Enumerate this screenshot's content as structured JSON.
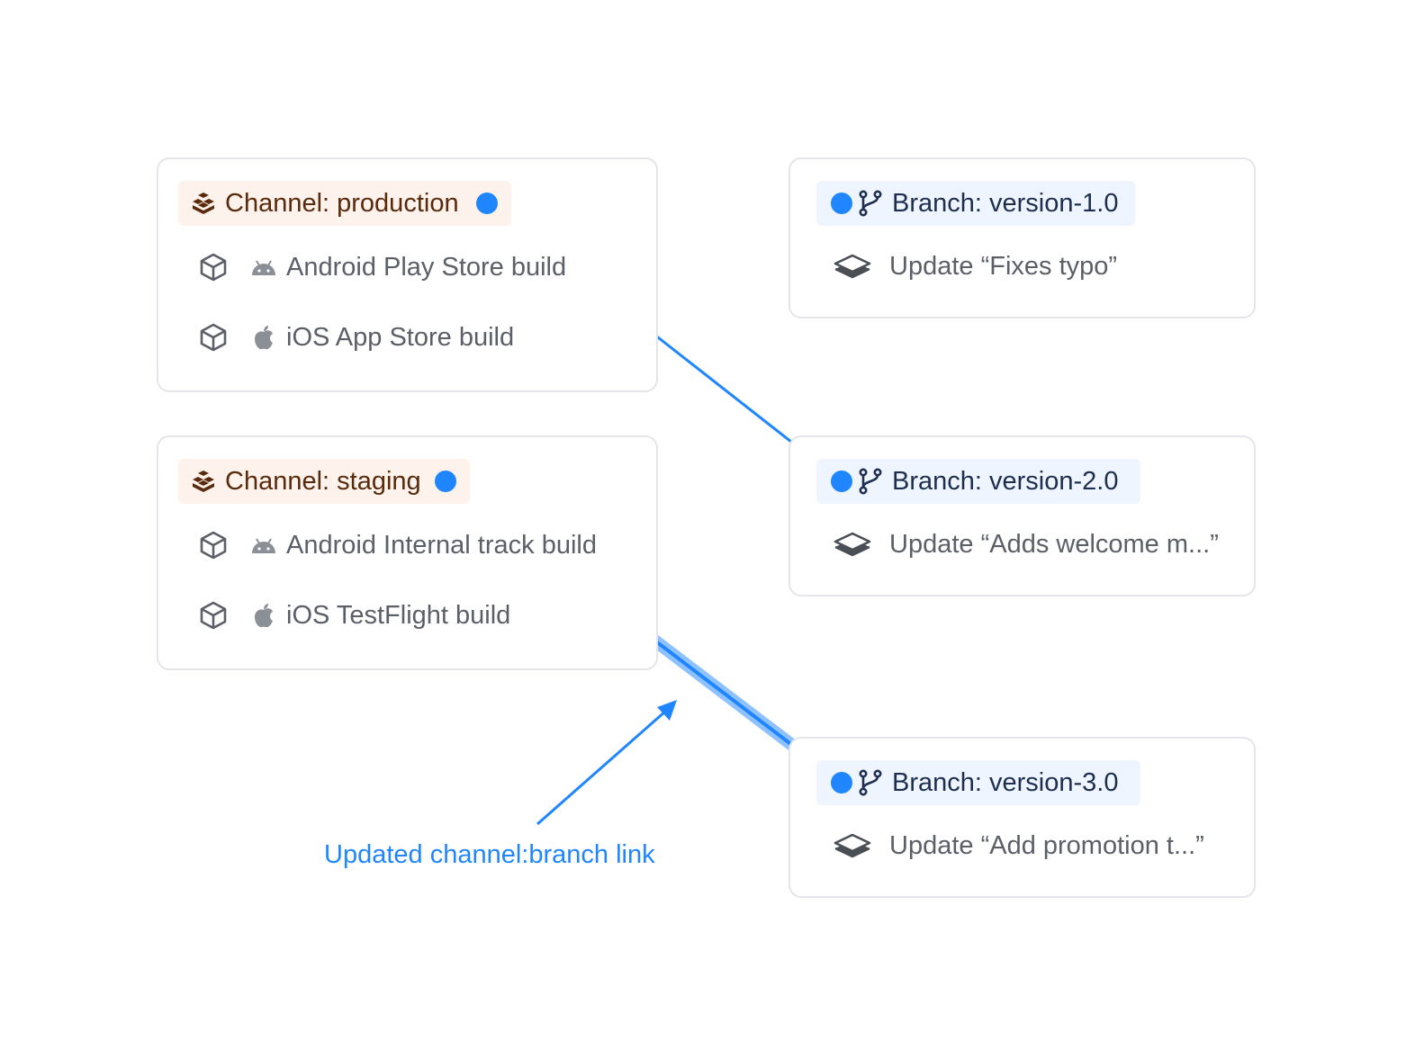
{
  "colors": {
    "accent": "#1f86ff",
    "channel_bg": "#fdf3ec",
    "channel_text": "#5a2a0c",
    "branch_bg": "#eef5ff",
    "branch_text": "#1d2e4f",
    "muted_text": "#5b5f67"
  },
  "channels": [
    {
      "label": "Channel: production",
      "builds": [
        {
          "platform_icon": "android-icon",
          "label": "Android Play Store build"
        },
        {
          "platform_icon": "apple-icon",
          "label": "iOS App Store build"
        }
      ]
    },
    {
      "label": "Channel: staging",
      "builds": [
        {
          "platform_icon": "android-icon",
          "label": "Android Internal track build"
        },
        {
          "platform_icon": "apple-icon",
          "label": "iOS TestFlight build"
        }
      ]
    }
  ],
  "branches": [
    {
      "label": "Branch: version-1.0",
      "update": "Update “Fixes typo”"
    },
    {
      "label": "Branch: version-2.0",
      "update": "Update “Adds welcome m...”"
    },
    {
      "label": "Branch: version-3.0",
      "update": "Update “Add promotion t...”"
    }
  ],
  "links": [
    {
      "from": "Channel: production",
      "to": "Branch: version-2.0",
      "updated": false
    },
    {
      "from": "Channel: staging",
      "to": "Branch: version-3.0",
      "updated": true
    }
  ],
  "annotation": {
    "label": "Updated channel:branch link"
  }
}
